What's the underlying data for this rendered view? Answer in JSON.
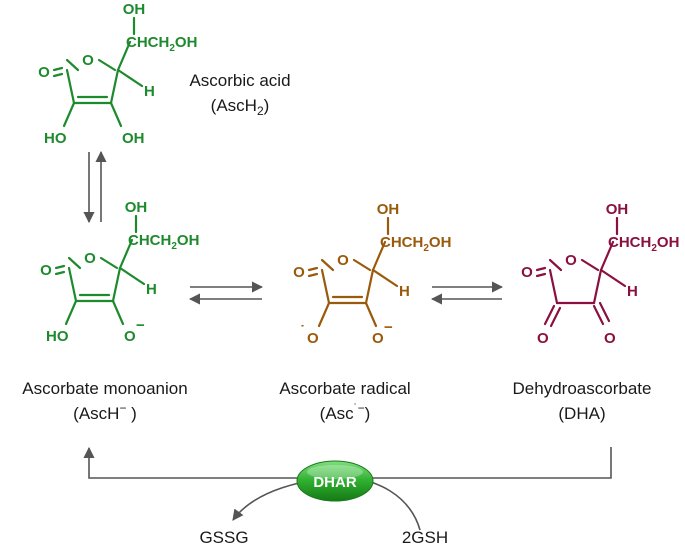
{
  "colors": {
    "ascorbic_acid": "#1e8a2e",
    "monoanion": "#1e8a2e",
    "radical": "#9a5a0c",
    "dha": "#8a1040",
    "arrow": "#555555",
    "enzyme": "#2fae2f"
  },
  "molecules": {
    "ascorbic_acid": {
      "name": "Ascorbic acid",
      "abbr_main": "(AscH",
      "abbr_sub": "2",
      "abbr_end": ")",
      "oh_top": "OH",
      "chain_a": "CHCH",
      "chain_sub": "2",
      "chain_b": "OH",
      "ring_o": "O",
      "carbonyl_o": "O",
      "h": "H",
      "oh_left": "HO",
      "oh_right": "OH"
    },
    "monoanion": {
      "name": "Ascorbate monoanion",
      "abbr_main": "(AscH",
      "abbr_sup": "−",
      "abbr_end": " )",
      "oh_top": "OH",
      "chain_a": "CHCH",
      "chain_sub": "2",
      "chain_b": "OH",
      "ring_o": "O",
      "carbonyl_o": "O",
      "h": "H",
      "oh_left": "HO",
      "o_right": "O",
      "charge": "−"
    },
    "radical": {
      "name": "Ascorbate radical",
      "abbr_main": "(Asc",
      "abbr_sup": "˙−",
      "abbr_end": ")",
      "oh_top": "OH",
      "chain_a": "CHCH",
      "chain_sub": "2",
      "chain_b": "OH",
      "ring_o": "O",
      "carbonyl_o": "O",
      "h": "H",
      "dot": "˙",
      "o_left": "O",
      "o_right": "O",
      "charge": "−"
    },
    "dha": {
      "name": "Dehydroascorbate",
      "abbr": "(DHA)",
      "oh_top": "OH",
      "chain_a": "CHCH",
      "chain_sub": "2",
      "chain_b": "OH",
      "ring_o": "O",
      "carbonyl_o": "O",
      "h": "H",
      "o_left": "O",
      "o_right": "O"
    }
  },
  "enzyme": {
    "label": "DHAR"
  },
  "cycle": {
    "product": "GSSG",
    "substrate": "2GSH"
  }
}
